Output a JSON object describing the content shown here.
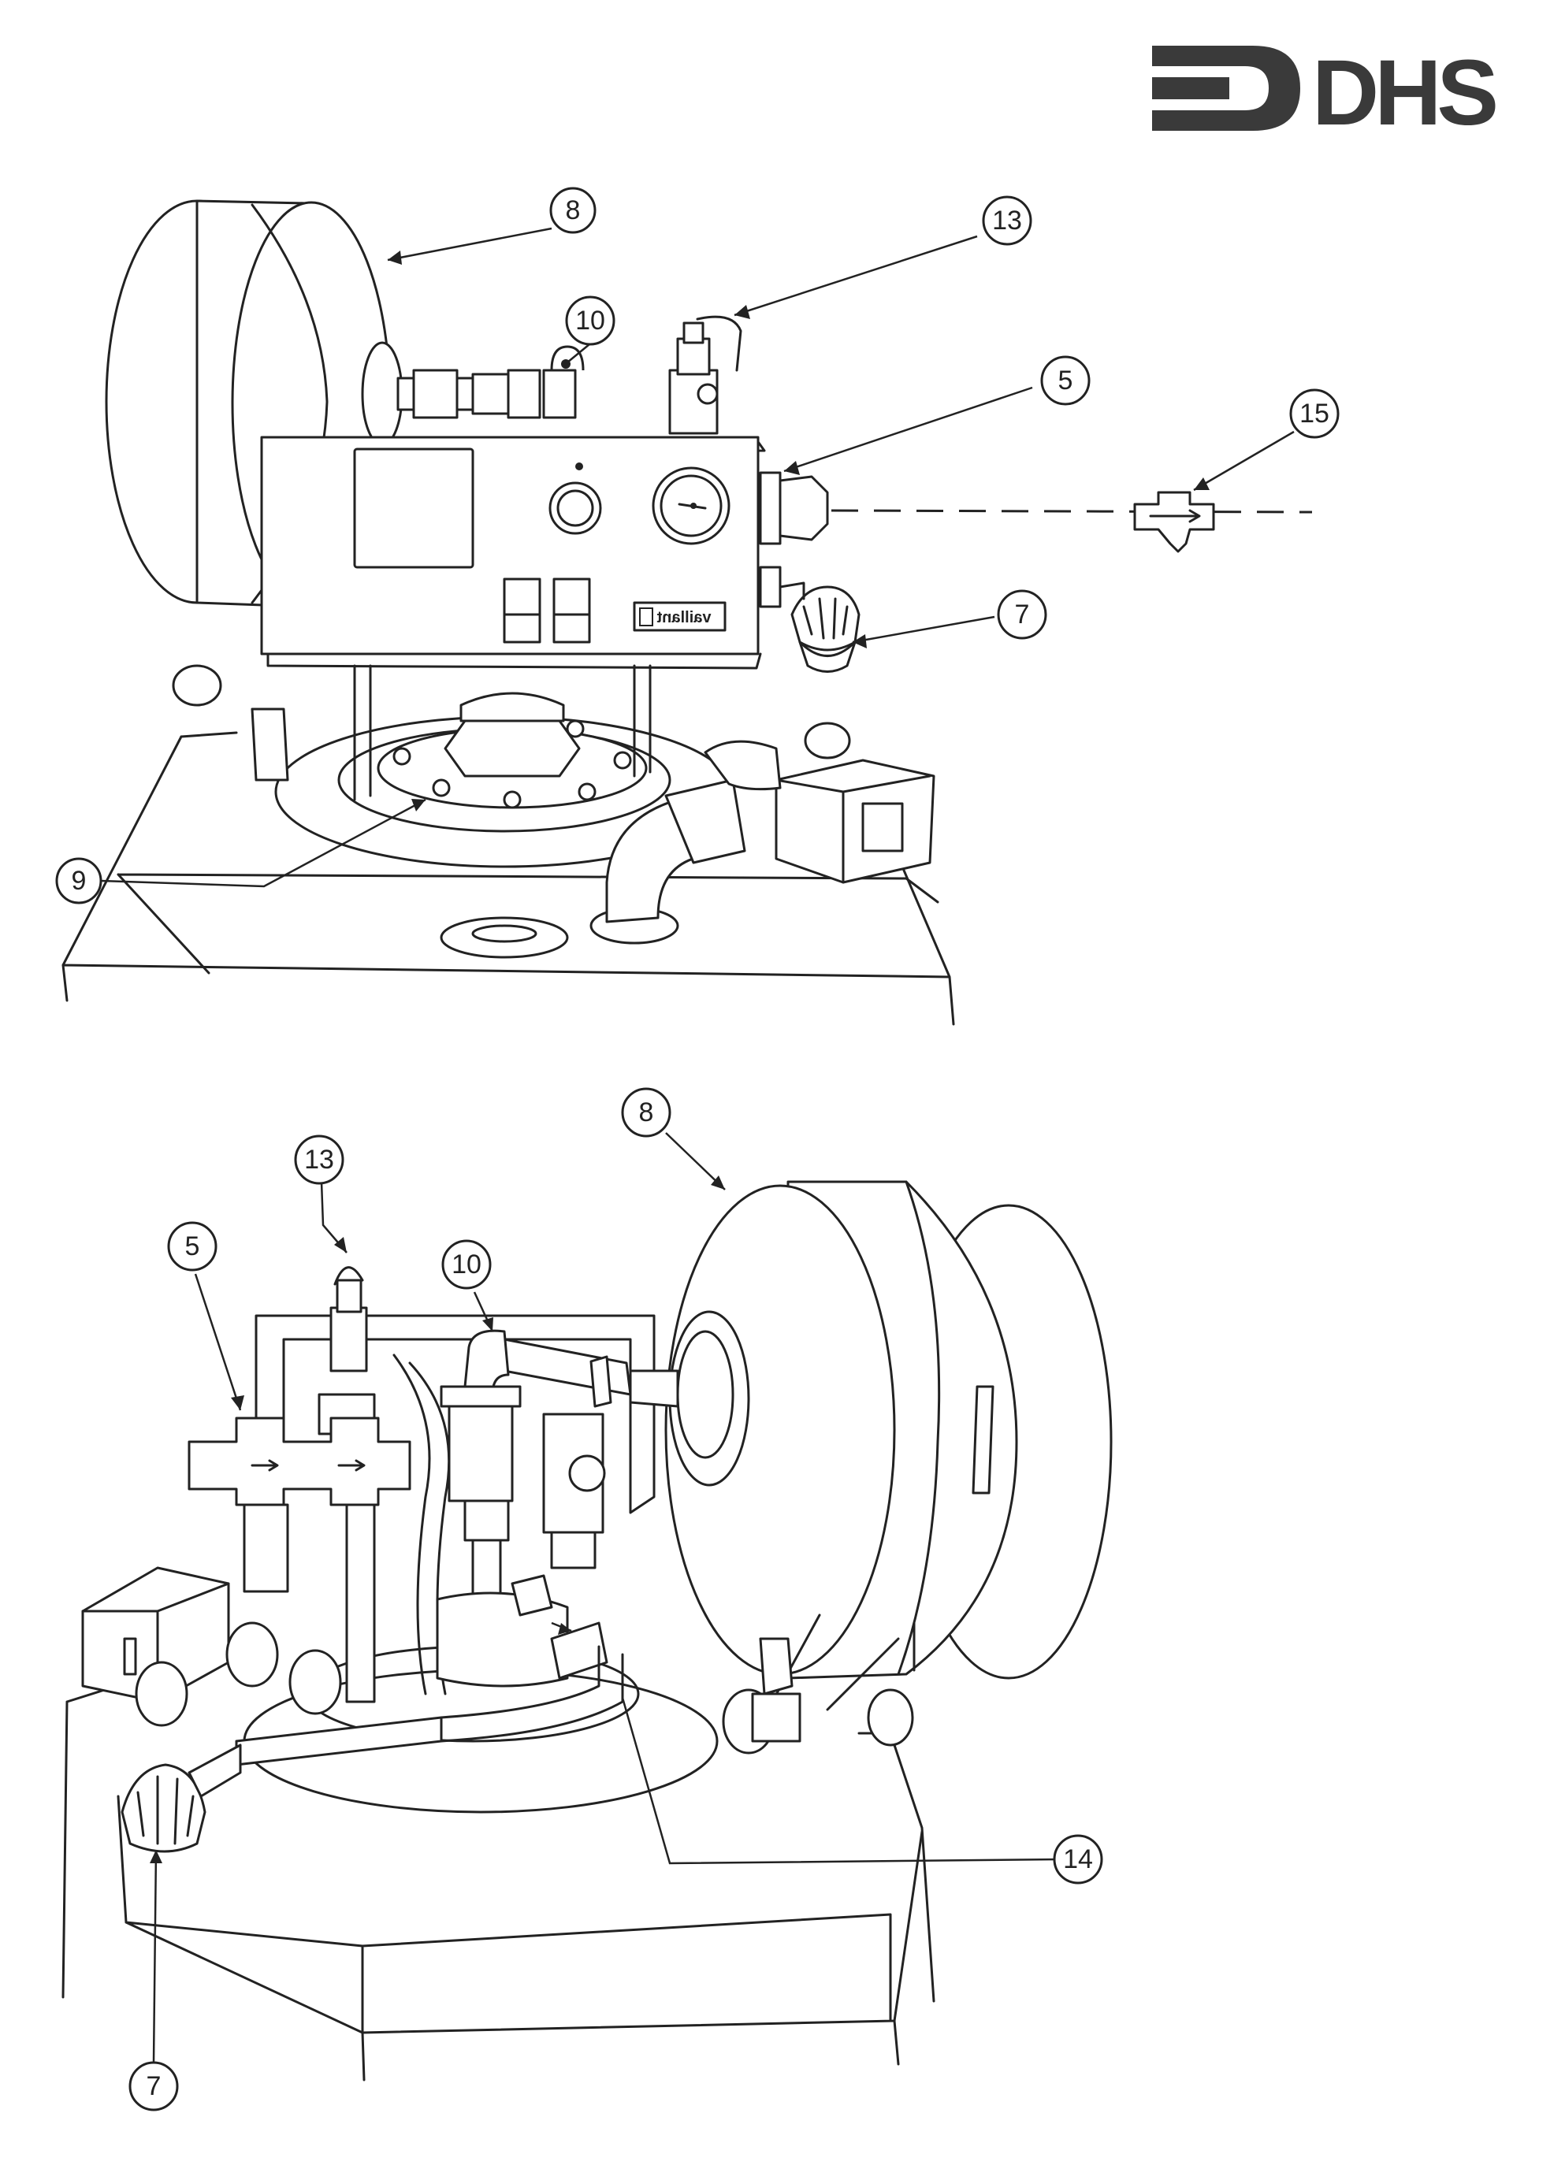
{
  "brand": {
    "logo_text": "DHS",
    "color": "#3a3a3a"
  },
  "upper_view": {
    "panel_label": "vaillant",
    "callouts": [
      "8",
      "13",
      "10",
      "5",
      "15",
      "7",
      "9"
    ]
  },
  "lower_view": {
    "callouts": [
      "8",
      "13",
      "5",
      "10",
      "14",
      "7"
    ]
  },
  "colors": {
    "line": "#222222",
    "paper": "#ffffff"
  }
}
